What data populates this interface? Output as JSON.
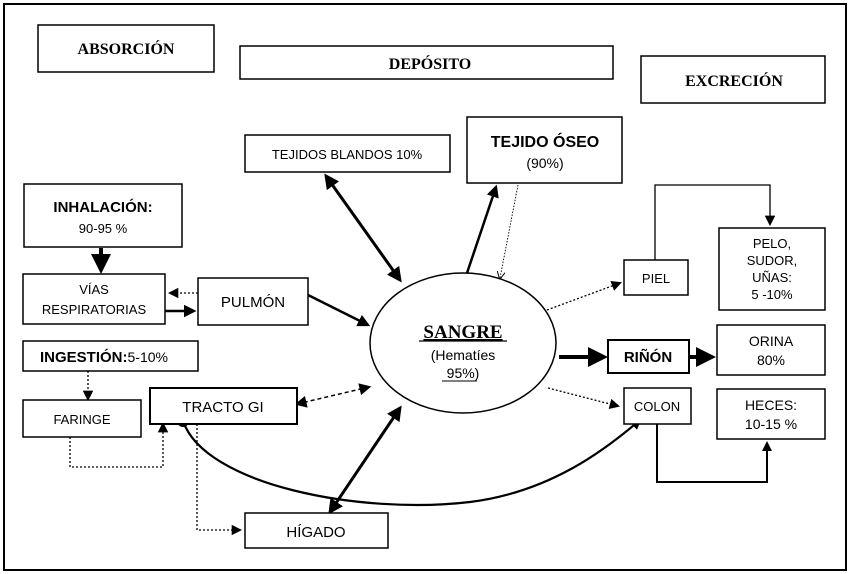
{
  "sections": {
    "absorption": "ABSORCIÓN",
    "deposit": "DEPÓSITO",
    "excretion": "EXCRECIÓN"
  },
  "nodes": {
    "soft_tissue": "TEJIDOS BLANDOS 10%",
    "bone": {
      "title": "TEJIDO ÓSEO",
      "value": "(90%)"
    },
    "inhalation": {
      "title": "INHALACIÓN:",
      "value": "90-95 %"
    },
    "airways": {
      "line1": "VÍAS",
      "line2": "RESPIRATORIAS"
    },
    "lung": "PULMÓN",
    "ingestion": {
      "title": "INGESTIÓN:",
      "value": "5-10%"
    },
    "pharynx": "FARINGE",
    "gi_tract": "TRACTO GI",
    "liver": "HÍGADO",
    "blood": {
      "title": "SANGRE",
      "sub": "(Hematíes",
      "value": "95%)"
    },
    "skin": "PIEL",
    "hair": {
      "line1": "PELO,",
      "line2": "SUDOR,",
      "line3": "UÑAS:",
      "line4": "5 -10%"
    },
    "kidney": "RIÑÓN",
    "urine": {
      "line1": "ORINA",
      "line2": "80%"
    },
    "colon": "COLON",
    "feces": {
      "line1": "HECES:",
      "line2": "10-15 %"
    }
  }
}
